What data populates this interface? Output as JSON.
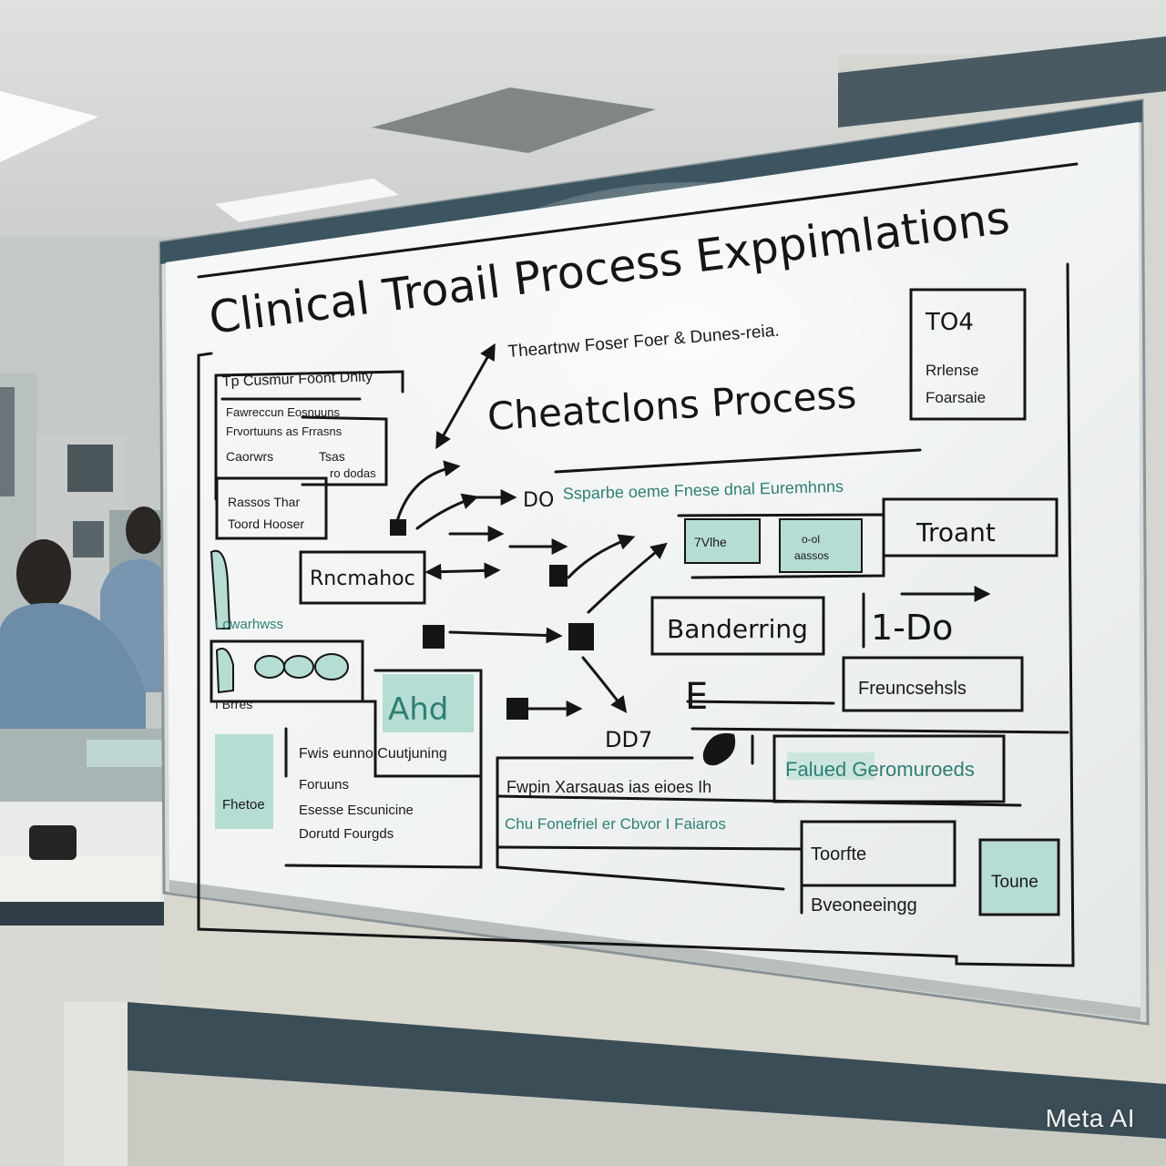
{
  "board": {
    "title": "Clinical Troail Process Exppimlations",
    "subtitle": "Cheatclons Process",
    "top_note": "Theartnw Foser Foer & Dunes-reia.",
    "header_left": "Tp Cusmur Foont Dnity",
    "para_lines": [
      "Fawreccun Eosnuuns",
      "Frvortuuns as Frrasns",
      "Caorwrs",
      "Tsas",
      "ro dodas"
    ],
    "box_left": [
      "Rassos Thar",
      "Toord Hooser"
    ],
    "box_top_right": [
      "TO4",
      "Rrlense",
      "Foarsaie"
    ],
    "teal_header": "Ssparbe oeme Fnese dnal Euremhnns",
    "box_small1": "7Vlhe",
    "box_small2": [
      "o-ol",
      "aassos"
    ],
    "box_troant": "Troant",
    "box_rncmahoc": "Rncmahoc",
    "label_lowarh": "Lowarhwss",
    "box_bandering": "Banderring",
    "label_1do": "1-Do",
    "label_do": "DO",
    "box_freuncs": "Freuncsehsls",
    "label_e": "E",
    "label_bres": "I Brres",
    "label_ahd": "Ahd",
    "label_dd7": "DD7",
    "box_fwis": [
      "Fwis eunno Cuutjuning",
      "Foruuns",
      "Esesse Escunicine",
      "Dorutd Fourgds"
    ],
    "label_fhetoe": "Fhetoe",
    "box_falued": "Falued Geromuroeds",
    "box_fwpin": "Fwpin Xarsauas ias eioes Ih",
    "teal_row": "Chu Fonefriel er Cbvor I Faiaros",
    "box_toorfte": [
      "Toorfte",
      "Bveoneeingg"
    ],
    "box_toune": "Toune"
  },
  "watermark": "Meta AI",
  "colors": {
    "board": "#f4f6f5",
    "frame": "#3c5560",
    "ink": "#151515",
    "teal_fill": "#b6ddd4",
    "teal_ink": "#2f7f74",
    "ceiling": "#d9dcda",
    "wall": "#dcdad2",
    "shirt": "#6f8faa"
  }
}
